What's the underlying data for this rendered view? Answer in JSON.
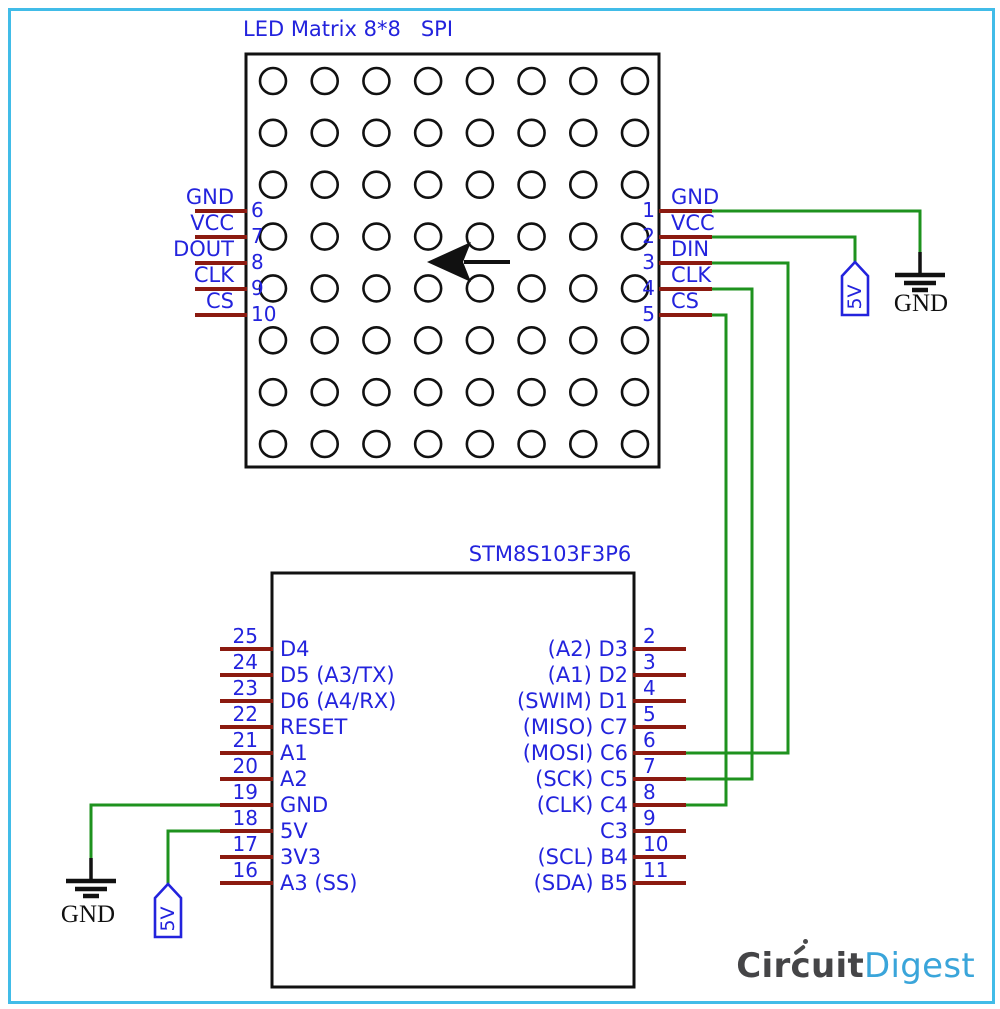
{
  "diagram": {
    "matrix": {
      "title": "LED Matrix 8*8   SPI",
      "left_pins": [
        {
          "num": "6",
          "label": "GND"
        },
        {
          "num": "7",
          "label": "VCC"
        },
        {
          "num": "8",
          "label": "DOUT"
        },
        {
          "num": "9",
          "label": "CLK"
        },
        {
          "num": "10",
          "label": "CS"
        }
      ],
      "right_pins": [
        {
          "num": "1",
          "label": "GND"
        },
        {
          "num": "2",
          "label": "VCC"
        },
        {
          "num": "3",
          "label": "DIN"
        },
        {
          "num": "4",
          "label": "CLK"
        },
        {
          "num": "5",
          "label": "CS"
        }
      ]
    },
    "mcu": {
      "title": "STM8S103F3P6",
      "left_pins": [
        {
          "num": "25",
          "label": "D4"
        },
        {
          "num": "24",
          "label": "D5 (A3/TX)"
        },
        {
          "num": "23",
          "label": "D6 (A4/RX)"
        },
        {
          "num": "22",
          "label": "RESET"
        },
        {
          "num": "21",
          "label": "A1"
        },
        {
          "num": "20",
          "label": "A2"
        },
        {
          "num": "19",
          "label": "GND"
        },
        {
          "num": "18",
          "label": "5V"
        },
        {
          "num": "17",
          "label": "3V3"
        },
        {
          "num": "16",
          "label": "A3 (SS)"
        }
      ],
      "right_pins": [
        {
          "num": "2",
          "label": "(A2) D3"
        },
        {
          "num": "3",
          "label": "(A1) D2"
        },
        {
          "num": "4",
          "label": "(SWIM) D1"
        },
        {
          "num": "5",
          "label": "(MISO) C7"
        },
        {
          "num": "6",
          "label": "(MOSI) C6"
        },
        {
          "num": "7",
          "label": "(SCK) C5"
        },
        {
          "num": "8",
          "label": "(CLK) C4"
        },
        {
          "num": "9",
          "label": "C3"
        },
        {
          "num": "10",
          "label": "(SCL) B4"
        },
        {
          "num": "11",
          "label": "(SDA) B5"
        }
      ]
    },
    "power": {
      "v5_label": "5V",
      "gnd_label": "GND"
    },
    "logo": {
      "part1": "Circuit",
      "part2": "Digest"
    },
    "colors": {
      "label_blue": "#2323dd",
      "pin_stub_red": "#8b1a10",
      "wire_green": "#1e921e",
      "border_cyan": "#41bce8",
      "logo_gray": "#454547",
      "logo_blue": "#3aa5da"
    }
  }
}
